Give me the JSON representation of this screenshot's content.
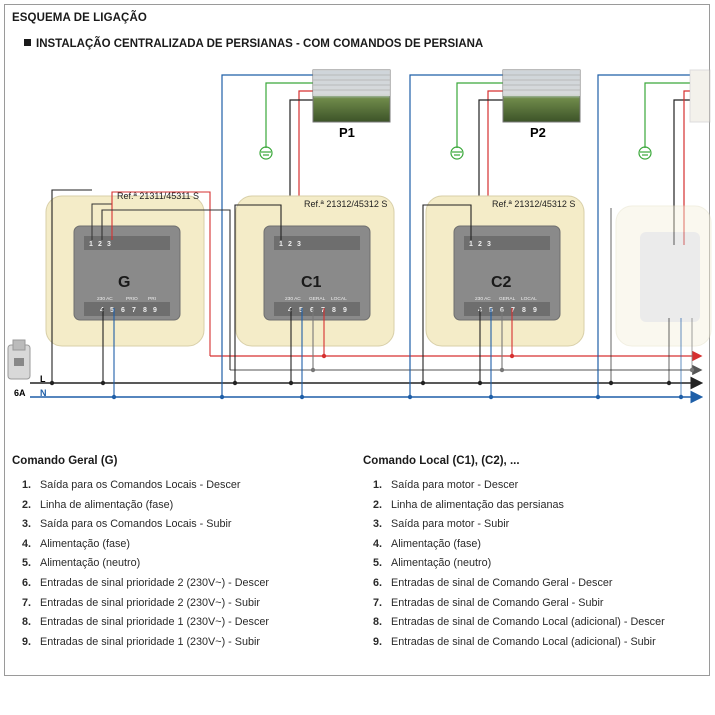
{
  "header": {
    "title": "ESQUEMA DE LIGAÇÃO",
    "subtitle": "INSTALAÇÃO CENTRALIZADA DE PERSIANAS - COM COMANDOS DE PERSIANA"
  },
  "diagram": {
    "motors": [
      {
        "label": "P1"
      },
      {
        "label": "P2"
      }
    ],
    "modules": [
      {
        "label": "G",
        "ref": "Ref.ª 21311/45311 S",
        "terminals": [
          "1",
          "2",
          "3",
          "4",
          "5",
          "6",
          "7",
          "8",
          "9"
        ],
        "sub": [
          "230 AC",
          "PRIO",
          "PRI"
        ]
      },
      {
        "label": "C1",
        "ref": "Ref.ª 21312/45312 S",
        "terminals": [
          "1",
          "2",
          "3",
          "4",
          "5",
          "6",
          "7",
          "8",
          "9"
        ],
        "sub": [
          "230 AC",
          "GERAL",
          "LOCAL"
        ]
      },
      {
        "label": "C2",
        "ref": "Ref.ª 21312/45312 S",
        "terminals": [
          "1",
          "2",
          "3",
          "4",
          "5",
          "6",
          "7",
          "8",
          "9"
        ],
        "sub": [
          "230 AC",
          "GERAL",
          "LOCAL"
        ]
      }
    ],
    "breaker_label": "6A",
    "line_L": "L",
    "line_N": "N",
    "colors": {
      "phase": "#555555",
      "neutral": "#1f5fa8",
      "red": "#d63030",
      "earth": "#3aa83a",
      "black": "#222222",
      "plate": "#f4ecc8"
    }
  },
  "legend_general": {
    "title": "Comando Geral (G)",
    "items": [
      {
        "n": "1.",
        "text": "Saída para os Comandos Locais - Descer"
      },
      {
        "n": "2.",
        "text": "Linha de alimentação (fase)"
      },
      {
        "n": "3.",
        "text": "Saída para os Comandos Locais - Subir"
      },
      {
        "n": "4.",
        "text": "Alimentação (fase)"
      },
      {
        "n": "5.",
        "text": "Alimentação (neutro)"
      },
      {
        "n": "6.",
        "text": "Entradas de sinal prioridade 2 (230V~) - Descer"
      },
      {
        "n": "7.",
        "text": "Entradas de sinal prioridade 2 (230V~) - Subir"
      },
      {
        "n": "8.",
        "text": "Entradas de sinal prioridade 1 (230V~) - Descer"
      },
      {
        "n": "9.",
        "text": "Entradas de sinal prioridade 1 (230V~) - Subir"
      }
    ]
  },
  "legend_local": {
    "title": "Comando Local (C1), (C2), ...",
    "items": [
      {
        "n": "1.",
        "text": "Saída para motor - Descer"
      },
      {
        "n": "2.",
        "text": "Linha de alimentação das persianas"
      },
      {
        "n": "3.",
        "text": "Saída para motor - Subir"
      },
      {
        "n": "4.",
        "text": "Alimentação (fase)"
      },
      {
        "n": "5.",
        "text": "Alimentação (neutro)"
      },
      {
        "n": "6.",
        "text": "Entradas de sinal de Comando Geral - Descer"
      },
      {
        "n": "7.",
        "text": "Entradas de sinal de Comando Geral - Subir"
      },
      {
        "n": "8.",
        "text": "Entradas de sinal de Comando Local (adicional) - Descer"
      },
      {
        "n": "9.",
        "text": "Entradas de sinal de Comando Local (adicional) - Subir"
      }
    ]
  }
}
